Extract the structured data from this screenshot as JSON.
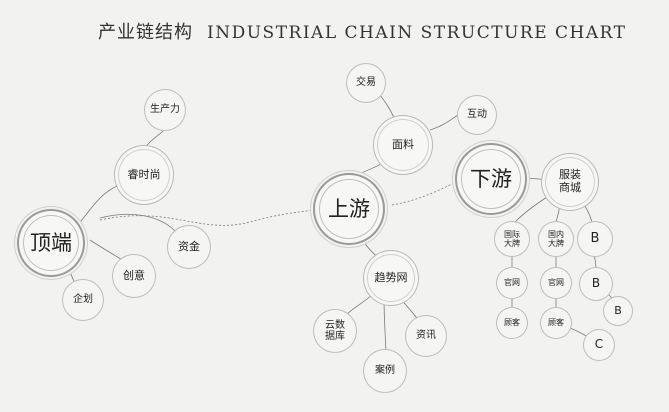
{
  "title": {
    "cn": "产业链结构",
    "en": "INDUSTRIAL CHAIN STRUCTURE CHART"
  },
  "nodes": {
    "top": "顶端",
    "fashion": "睿时尚",
    "productivity": "生产力",
    "funding": "资金",
    "creativity": "创意",
    "planning": "企划",
    "upstream": "上游",
    "fabric": "面料",
    "trade": "交易",
    "interaction": "互动",
    "trend_net": "趋势网",
    "cloud_data": "云数\n据库",
    "news": "资讯",
    "cases": "案例",
    "downstream": "下游",
    "apparel_mall": "服装\n商城",
    "intl_brand": "国际\n大牌",
    "domestic_brand": "国内\n大牌",
    "b1": "B",
    "official_site_1": "官网",
    "official_site_2": "官网",
    "b2": "B",
    "customer_1": "顾客",
    "customer_2": "顾客",
    "b3": "B",
    "c1": "C"
  }
}
